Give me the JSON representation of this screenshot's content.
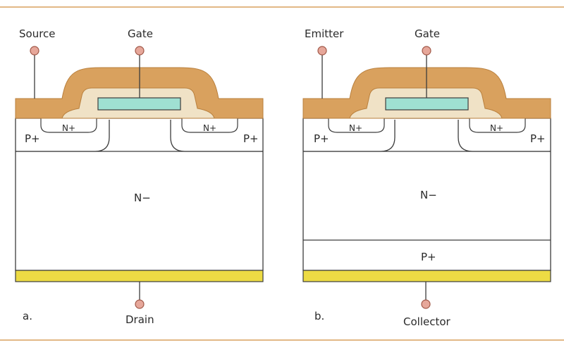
{
  "colors": {
    "metal": "#d9a15e",
    "metal_stroke": "#b9803e",
    "oxide": "#f0e2c6",
    "gate_poly": "#9fe0d2",
    "bottom_metal": "#eddb44",
    "terminal": "#e6a79a",
    "terminal_stroke": "#a05848",
    "frame_line": "#d9a15e",
    "outline": "#3c3c3c"
  },
  "diagram_a": {
    "panel_label": "a.",
    "terminal_left": "Source",
    "terminal_gate": "Gate",
    "terminal_bottom": "Drain",
    "nplus_left": "N+",
    "nplus_right": "N+",
    "pplus_left": "P+",
    "pplus_right": "P+",
    "drift": "N−"
  },
  "diagram_b": {
    "panel_label": "b.",
    "terminal_left": "Emitter",
    "terminal_gate": "Gate",
    "terminal_bottom": "Collector",
    "nplus_left": "N+",
    "nplus_right": "N+",
    "pplus_left": "P+",
    "pplus_right": "P+",
    "drift": "N−",
    "collector_layer": "P+"
  }
}
